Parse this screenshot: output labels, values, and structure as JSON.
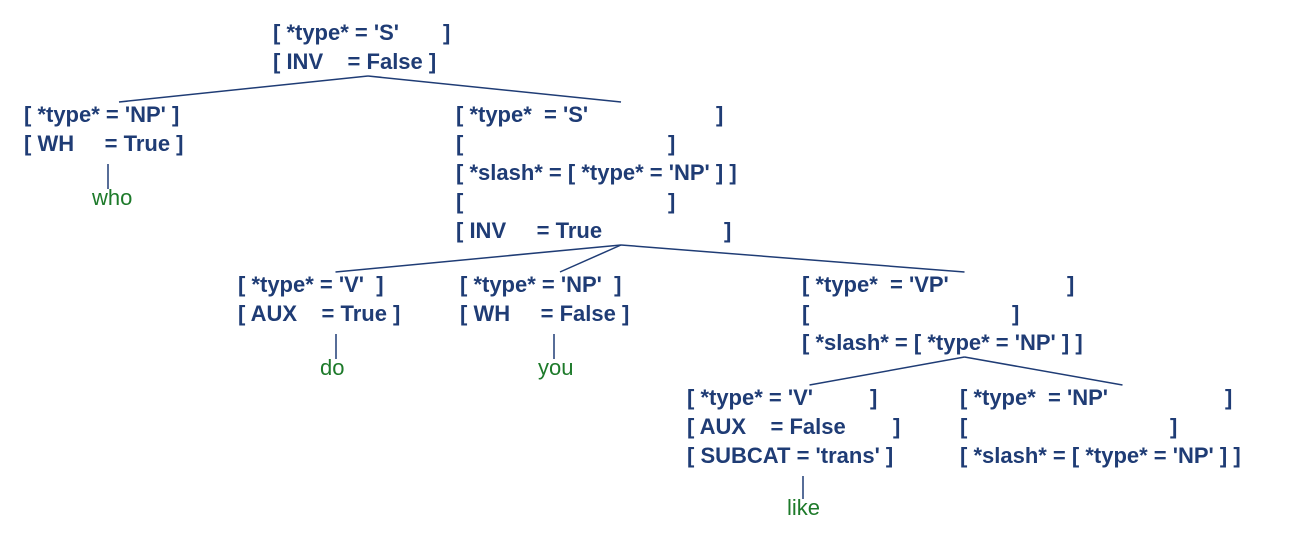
{
  "colors": {
    "feature": "#1f3c75",
    "leaf": "#1d7a2a",
    "edge": "#1f3c75"
  },
  "root": {
    "lines": [
      [
        "[ *type* = 'S'",
        "]"
      ],
      [
        "[ INV    = False ]"
      ]
    ],
    "children": [
      {
        "lines": [
          [
            "[ *type* = 'NP' ]"
          ],
          [
            "[ WH     = True ]"
          ]
        ],
        "children": [
          {
            "leaf": "who"
          }
        ]
      },
      {
        "lines": [
          [
            "[ *type*  = 'S'",
            "]"
          ],
          [
            "[",
            "]"
          ],
          [
            "[ *slash* = [ *type* = 'NP' ] ]"
          ],
          [
            "[",
            "]"
          ],
          [
            "[ INV     = True",
            "]"
          ]
        ],
        "children": [
          {
            "lines": [
              [
                "[ *type* = 'V'  ]"
              ],
              [
                "[ AUX    = True ]"
              ]
            ],
            "children": [
              {
                "leaf": "do"
              }
            ]
          },
          {
            "lines": [
              [
                "[ *type* = 'NP'  ]"
              ],
              [
                "[ WH     = False ]"
              ]
            ],
            "children": [
              {
                "leaf": "you"
              }
            ]
          },
          {
            "lines": [
              [
                "[ *type*  = 'VP'",
                "]"
              ],
              [
                "[",
                "]"
              ],
              [
                "[ *slash* = [ *type* = 'NP' ] ]"
              ]
            ],
            "children": [
              {
                "lines": [
                  [
                    "[ *type* = 'V'",
                    "]"
                  ],
                  [
                    "[ AUX    = False",
                    "]"
                  ],
                  [
                    "[ SUBCAT = 'trans' ]"
                  ]
                ],
                "children": [
                  {
                    "leaf": "like"
                  }
                ]
              },
              {
                "lines": [
                  [
                    "[ *type*  = 'NP'",
                    "]"
                  ],
                  [
                    "[",
                    "]"
                  ],
                  [
                    "[ *slash* = [ *type* = 'NP' ] ]"
                  ]
                ],
                "children": []
              }
            ]
          }
        ]
      }
    ]
  }
}
